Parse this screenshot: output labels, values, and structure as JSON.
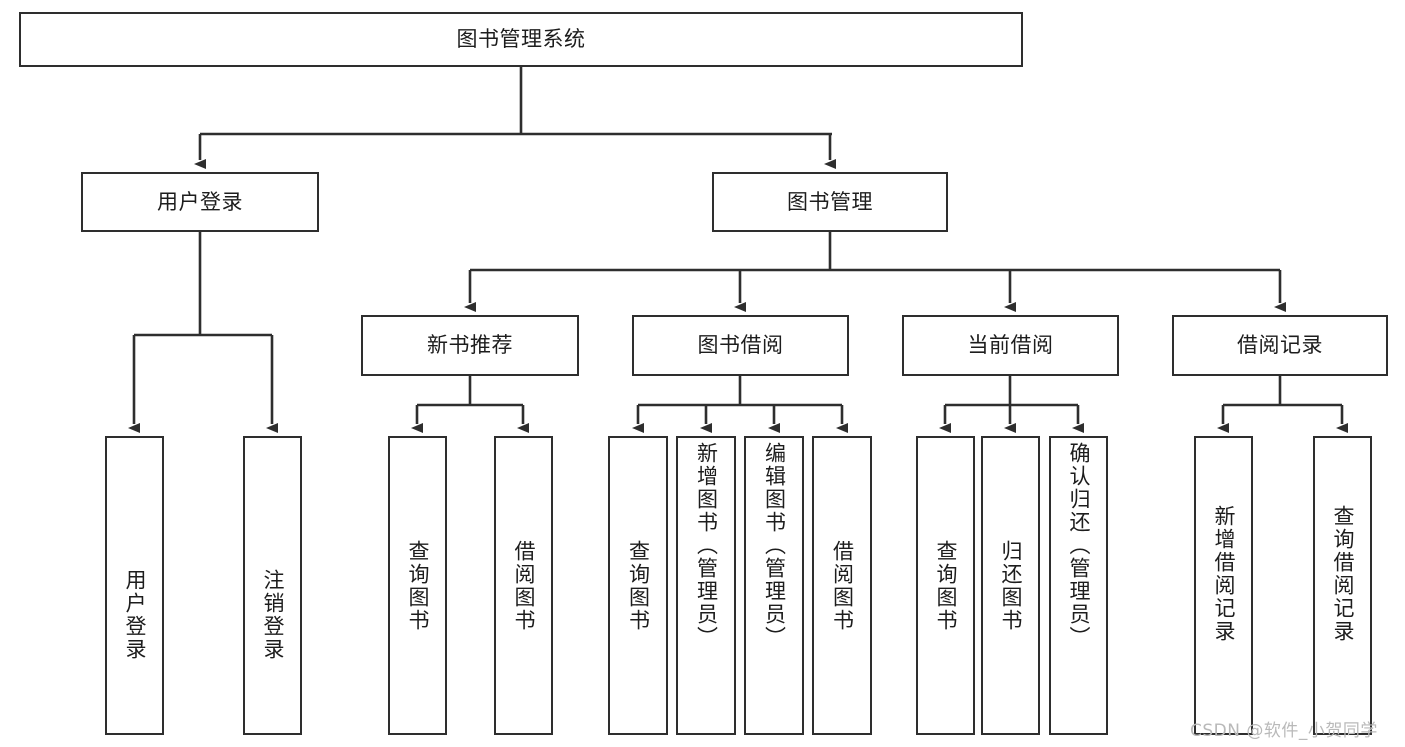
{
  "diagram": {
    "title": "图书管理系统",
    "type": "tree-hierarchy-chart",
    "root": {
      "label": "图书管理系统"
    },
    "level2": [
      {
        "label": "用户登录"
      },
      {
        "label": "图书管理"
      }
    ],
    "level3": [
      {
        "label": "新书推荐"
      },
      {
        "label": "图书借阅"
      },
      {
        "label": "当前借阅"
      },
      {
        "label": "借阅记录"
      }
    ],
    "leaves": {
      "user_login": [
        {
          "label": "用户登录"
        },
        {
          "label": "注销登录"
        }
      ],
      "new_book_recommend": [
        {
          "label": "查询图书"
        },
        {
          "label": "借阅图书"
        }
      ],
      "book_borrow": [
        {
          "label": "查询图书"
        },
        {
          "label": "新增图书（管理员）"
        },
        {
          "label": "编辑图书（管理员）"
        },
        {
          "label": "借阅图书"
        }
      ],
      "current_borrow": [
        {
          "label": "查询图书"
        },
        {
          "label": "归还图书"
        },
        {
          "label": "确认归还（管理员）"
        }
      ],
      "borrow_record": [
        {
          "label": "新增借阅记录"
        },
        {
          "label": "查询借阅记录"
        }
      ]
    }
  },
  "watermark": {
    "text": "CSDN @软件_小贺同学"
  },
  "colors": {
    "stroke": "#2e2e2e",
    "background": "#ffffff",
    "text": "#1d1d1d",
    "watermark": "#b9b9b9"
  }
}
